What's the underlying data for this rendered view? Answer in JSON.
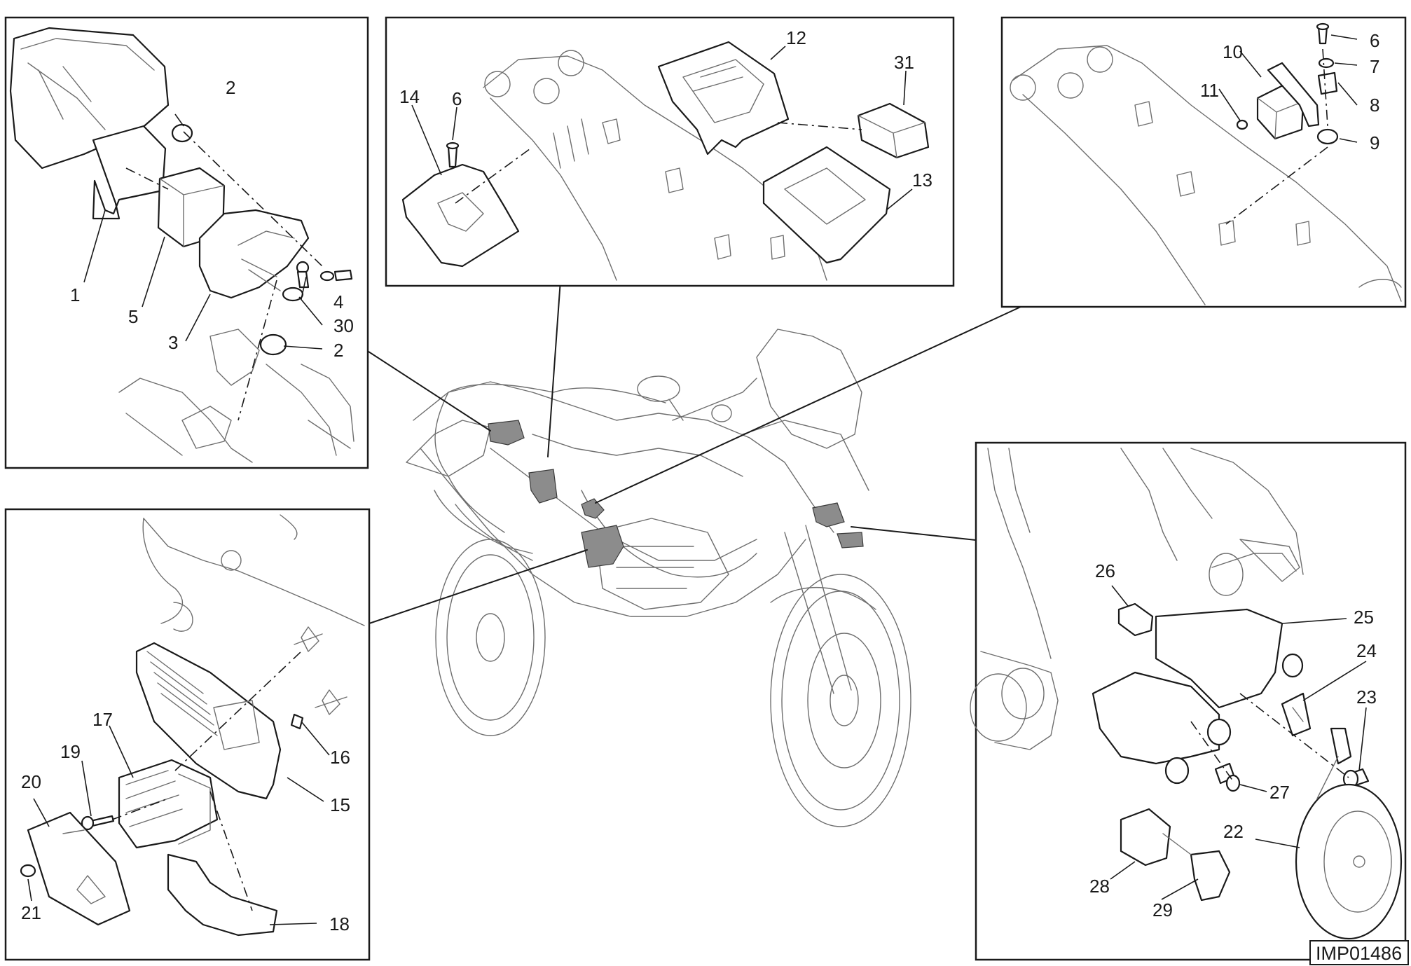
{
  "diagram_code": "IMP01486",
  "panels": {
    "top_left": {
      "labels": [
        "2",
        "1",
        "5",
        "4",
        "30",
        "3",
        "2"
      ]
    },
    "top_center": {
      "labels": [
        "12",
        "31",
        "14",
        "6",
        "13"
      ]
    },
    "top_right": {
      "labels": [
        "6",
        "10",
        "7",
        "11",
        "8",
        "9"
      ]
    },
    "bottom_left": {
      "labels": [
        "17",
        "16",
        "15",
        "19",
        "20",
        "21",
        "18"
      ]
    },
    "bottom_right": {
      "labels": [
        "26",
        "25",
        "24",
        "23",
        "27",
        "22",
        "28",
        "29"
      ]
    }
  }
}
